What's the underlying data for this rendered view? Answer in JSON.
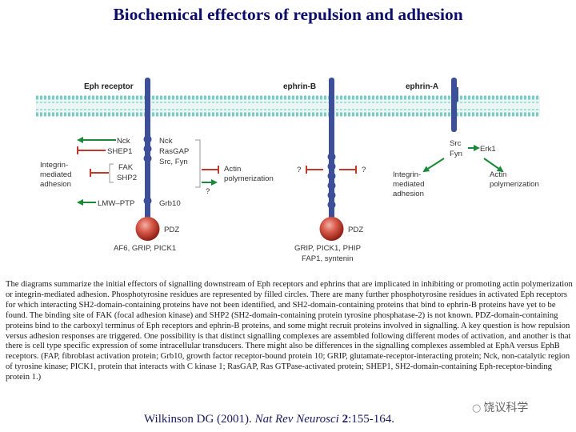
{
  "title": "Biochemical effectors of repulsion and adhesion",
  "colors": {
    "membrane": "#7ecbc4",
    "receptor": "#3e4f9a",
    "pdz": "#c0392b",
    "green_arrow": "#1a8a3a",
    "red_inhibit": "#c0392b",
    "bracket": "#999999"
  },
  "diagram": {
    "eph": {
      "header": "Eph receptor",
      "right_labels": [
        "Nck",
        "RasGAP",
        "Src, Fyn",
        "Grb10"
      ],
      "left_labels": [
        "Nck",
        "SHEP1",
        "FAK",
        "SHP2",
        "LMW–PTP"
      ],
      "integrin": [
        "Integrin-",
        "mediated",
        "adhesion"
      ],
      "actin": [
        "Actin",
        "polymerization"
      ],
      "question": "?",
      "pdz": "PDZ",
      "pdz_partners": "AF6, GRIP, PICK1"
    },
    "ephrinb": {
      "header": "ephrin-B",
      "question_left": "?",
      "question_right": "?",
      "pdz": "PDZ",
      "pdz_partners_1": "GRIP, PICK1, PHIP",
      "pdz_partners_2": "FAP1, syntenin"
    },
    "ephrina": {
      "header": "ephrin-A",
      "src": "Src",
      "fyn": "Fyn",
      "erk": "Erk1",
      "integrin": [
        "Integrin-",
        "mediated",
        "adhesion"
      ],
      "actin": [
        "Actin",
        "polymerization"
      ]
    }
  },
  "caption": "The diagrams summarize the initial effectors of signalling downstream of Eph receptors and ephrins that are implicated in inhibiting or promoting actin polymerization or integrin-mediated adhesion. Phosphotyrosine residues are represented by filled circles. There are many further phosphotyrosine residues in activated Eph receptors for which interacting SH2-domain-containing proteins have not been identified, and SH2-domain-containing proteins that bind to ephrin-B proteins have yet to be found. The binding site of FAK (focal adhesion kinase) and SHP2 (SH2-domain-containing protein tyrosine phosphatase-2) is not known. PDZ-domain-containing proteins bind to the carboxyl terminus of Eph receptors and ephrin-B proteins, and some might recruit proteins involved in signalling. A key question is how repulsion versus adhesion responses are triggered. One possibility is that distinct signalling complexes are assembled following different modes of activation, and another is that there is cell type specific expression of some intracellular transducers. There might also be differences in the signalling complexes assembled at EphA versus EphB receptors. (FAP, fibroblast activation protein; Grb10, growth factor receptor-bound protein 10; GRIP, glutamate-receptor-interacting protein; Nck, non-catalytic region of tyrosine kinase; PICK1, protein that interacts with C kinase 1; RasGAP, Ras GTPase-activated protein; SHEP1, SH2-domain-containing Eph-receptor-binding protein 1.)",
  "citation": {
    "authors": "Wilkinson DG (2001). ",
    "journal": "Nat Rev Neurosci",
    "volume": "2",
    "pages": ":155-164."
  },
  "watermark": "饶议科学"
}
